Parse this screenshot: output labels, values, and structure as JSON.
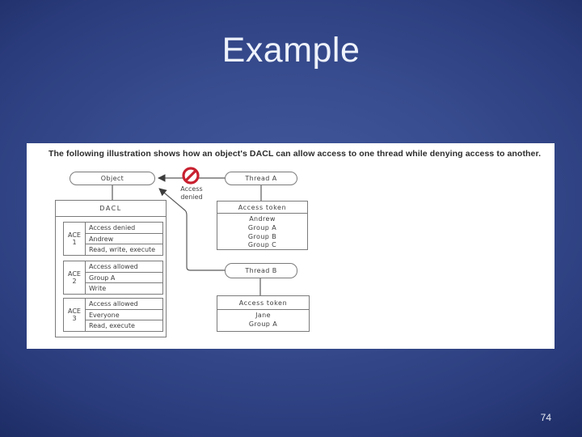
{
  "slide": {
    "title": "Example",
    "page_number": "74"
  },
  "panel": {
    "caption": "The following illustration shows how an object's DACL can allow access to one thread while denying access to another."
  },
  "diagram": {
    "object_label": "Object",
    "thread_a_label": "Thread A",
    "thread_b_label": "Thread B",
    "denied_caption": "Access denied",
    "dacl_label": "DACL",
    "aces": [
      {
        "label": "ACE 1",
        "type": "Access denied",
        "trustee": "Andrew",
        "rights": "Read, write, execute"
      },
      {
        "label": "ACE 2",
        "type": "Access allowed",
        "trustee": "Group A",
        "rights": "Write"
      },
      {
        "label": "ACE 3",
        "type": "Access allowed",
        "trustee": "Everyone",
        "rights": "Read, execute"
      }
    ],
    "token_a": {
      "title": "Access token",
      "members": [
        "Andrew",
        "Group A",
        "Group B",
        "Group C"
      ]
    },
    "token_b": {
      "title": "Access token",
      "members": [
        "Jane",
        "Group A"
      ]
    },
    "colors": {
      "denied_red": "#c8202f",
      "connector_gray": "#5a5a5a"
    }
  }
}
